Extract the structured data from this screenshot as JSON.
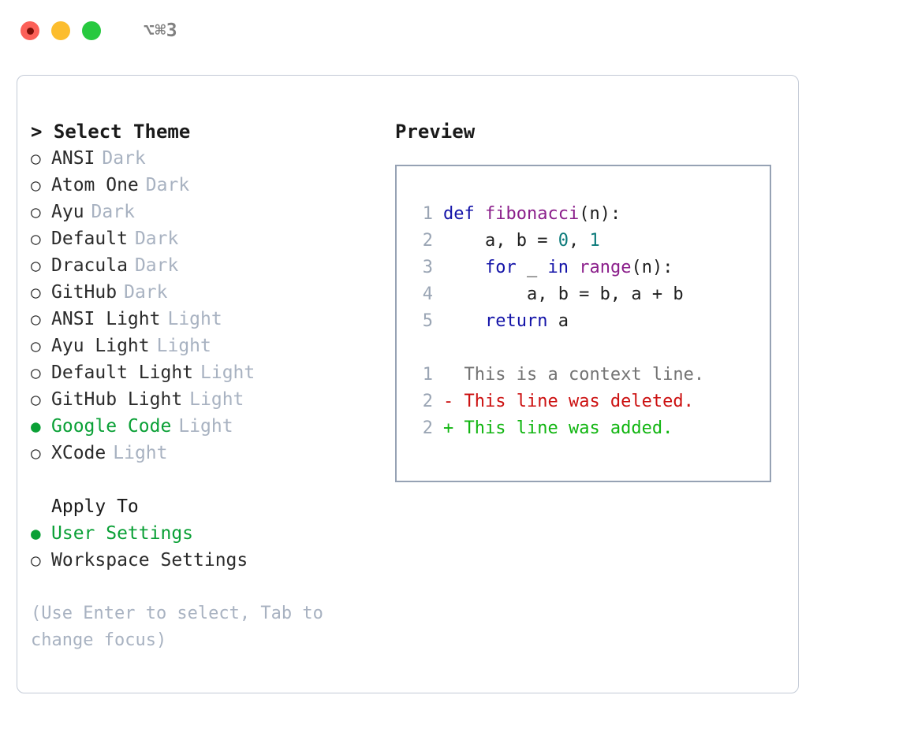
{
  "window": {
    "title": "⌥⌘3",
    "traffic_lights": [
      "close",
      "minimize",
      "maximize"
    ]
  },
  "theme_list": {
    "header": "> Select Theme",
    "selected": "Google Code",
    "items": [
      {
        "bullet": "○",
        "label": "ANSI",
        "tag": "Dark",
        "selected": false
      },
      {
        "bullet": "○",
        "label": "Atom One",
        "tag": "Dark",
        "selected": false
      },
      {
        "bullet": "○",
        "label": "Ayu",
        "tag": "Dark",
        "selected": false
      },
      {
        "bullet": "○",
        "label": "Default",
        "tag": "Dark",
        "selected": false
      },
      {
        "bullet": "○",
        "label": "Dracula",
        "tag": "Dark",
        "selected": false
      },
      {
        "bullet": "○",
        "label": "GitHub",
        "tag": "Dark",
        "selected": false
      },
      {
        "bullet": "○",
        "label": "ANSI Light",
        "tag": "Light",
        "selected": false
      },
      {
        "bullet": "○",
        "label": "Ayu Light",
        "tag": "Light",
        "selected": false
      },
      {
        "bullet": "○",
        "label": "Default Light",
        "tag": "Light",
        "selected": false
      },
      {
        "bullet": "○",
        "label": "GitHub Light",
        "tag": "Light",
        "selected": false
      },
      {
        "bullet": "●",
        "label": "Google Code",
        "tag": "Light",
        "selected": true
      },
      {
        "bullet": "○",
        "label": "XCode",
        "tag": "Light",
        "selected": false
      }
    ]
  },
  "apply_to": {
    "title": "Apply To",
    "selected": "User Settings",
    "items": [
      {
        "bullet": "●",
        "label": "User Settings",
        "tag": "",
        "selected": true
      },
      {
        "bullet": "○",
        "label": "Workspace Settings",
        "tag": "",
        "selected": false
      }
    ]
  },
  "hint": "(Use Enter to select, Tab to change focus)",
  "preview": {
    "header": "Preview",
    "code_lines": [
      {
        "num": "1",
        "tokens": [
          {
            "t": "def ",
            "c": "kw"
          },
          {
            "t": "fibonacci",
            "c": "fn"
          },
          {
            "t": "(n):",
            "c": "plain"
          }
        ]
      },
      {
        "num": "2",
        "tokens": [
          {
            "t": "    a, b = ",
            "c": "plain"
          },
          {
            "t": "0",
            "c": "num"
          },
          {
            "t": ", ",
            "c": "plain"
          },
          {
            "t": "1",
            "c": "num"
          }
        ]
      },
      {
        "num": "3",
        "tokens": [
          {
            "t": "    ",
            "c": "plain"
          },
          {
            "t": "for",
            "c": "kw"
          },
          {
            "t": " _ ",
            "c": "plain"
          },
          {
            "t": "in",
            "c": "kw"
          },
          {
            "t": " ",
            "c": "plain"
          },
          {
            "t": "range",
            "c": "fn"
          },
          {
            "t": "(n):",
            "c": "plain"
          }
        ]
      },
      {
        "num": "4",
        "tokens": [
          {
            "t": "        a, b = b, a + b",
            "c": "plain"
          }
        ]
      },
      {
        "num": "5",
        "tokens": [
          {
            "t": "    ",
            "c": "plain"
          },
          {
            "t": "return",
            "c": "kw"
          },
          {
            "t": " a",
            "c": "plain"
          }
        ]
      }
    ],
    "diff_lines": [
      {
        "num": "1",
        "marker": "  ",
        "text": "This is a context line.",
        "kind": "ctx"
      },
      {
        "num": "2",
        "marker": "- ",
        "text": "This line was deleted.",
        "kind": "del"
      },
      {
        "num": "2",
        "marker": "+ ",
        "text": "This line was added.",
        "kind": "add"
      }
    ]
  },
  "colors": {
    "accent_green": "#0aa036",
    "muted": "#a8b2c1",
    "border": "#96a2b4",
    "panel_border": "#c3cad6",
    "keyword": "#1414a8",
    "function": "#8b1f8b",
    "number": "#0b7a7a",
    "diff_del": "#cc1111",
    "diff_add": "#10b510",
    "diff_ctx": "#737373",
    "traffic_red": "#fc6058",
    "traffic_yellow": "#fcbd2e",
    "traffic_green": "#27c93f"
  }
}
